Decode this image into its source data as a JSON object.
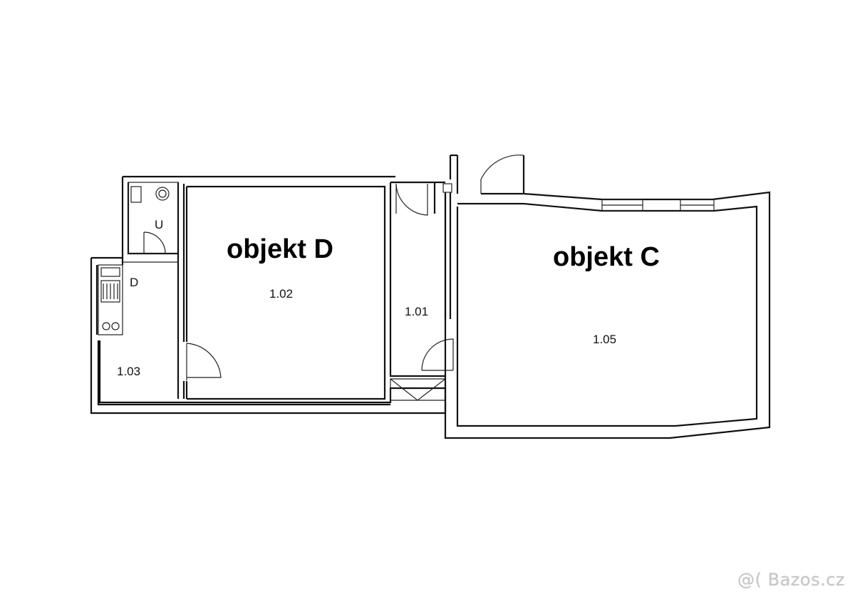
{
  "labels": {
    "objekt_d": "objekt D",
    "objekt_c": "objekt C",
    "room_102": "1.02",
    "room_101": "1.01",
    "room_103": "1.03",
    "room_105": "1.05",
    "room_u": "U",
    "room_d": "D"
  },
  "watermark": "@( Bazos.cz",
  "colors": {
    "wall": "#111111",
    "background": "#ffffff",
    "watermark": "#c8c8c8"
  }
}
